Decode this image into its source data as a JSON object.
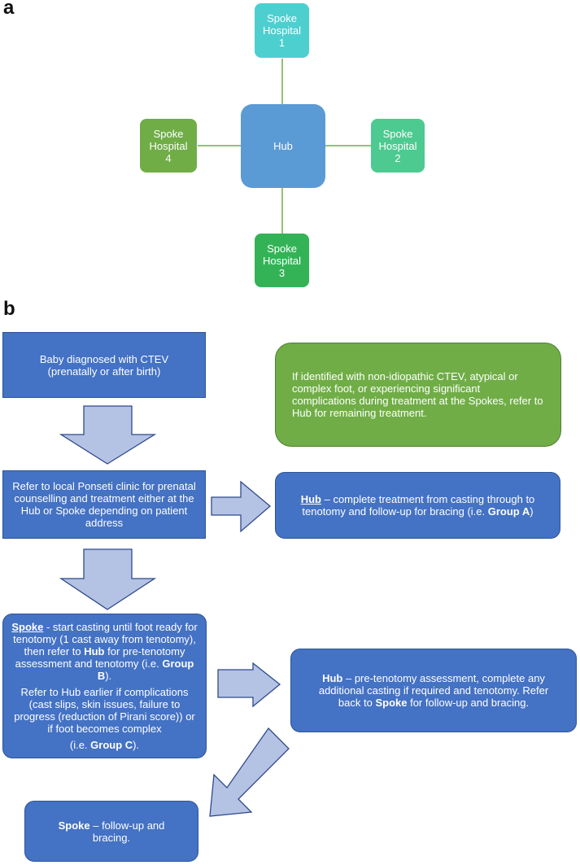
{
  "panel_a": {
    "label": "a",
    "hub": "Hub",
    "spoke1": "Spoke\nHospital\n1",
    "spoke2": "Spoke\nHospital\n2",
    "spoke3": "Spoke\nHospital\n3",
    "spoke4": "Spoke\nHospital\n4"
  },
  "panel_b": {
    "label": "b",
    "box_diagnosed": "Baby diagnosed with CTEV (prenatally or after birth)",
    "box_nonidiopathic": "If identified with non-idiopathic CTEV, atypical or complex foot, or experiencing significant complications during treatment at the Spokes, refer to Hub for remaining treatment.",
    "box_refer": "Refer to local Ponseti clinic for prenatal counselling and treatment either at the Hub or Spoke depending on patient address",
    "box_hub_a": {
      "hub": "Hub",
      "text1": " – complete treatment from casting through to tenotomy and follow-up for bracing (i.e. ",
      "group": "Group A",
      "text2": ")"
    },
    "box_spoke_casting": {
      "spoke": "Spoke",
      "text1": " - start casting until foot ready for tenotomy (1 cast away from tenotomy), then refer to ",
      "hub": "Hub",
      "text2": " for pre-tenotomy assessment and tenotomy (i.e. ",
      "group_b": "Group B",
      "text3": ").",
      "text4": "Refer to Hub earlier if complications (cast slips, skin issues, failure to progress (reduction of Pirani score)) or if foot becomes complex",
      "text5": "(i.e. ",
      "group_c": "Group C",
      "text6": ")."
    },
    "box_hub_pretenotomy": {
      "hub": "Hub",
      "text1": " – pre-tenotomy assessment, complete any additional casting if required and tenotomy. Refer back to ",
      "spoke": "Spoke",
      "text2": " for follow-up and bracing."
    },
    "box_spoke_followup": {
      "spoke": "Spoke",
      "text1": " – follow-up and bracing."
    }
  },
  "colors": {
    "hub": "#5b9bd5",
    "spoke1": "#4dcfd0",
    "spoke2": "#4dca90",
    "spoke3": "#33b356",
    "spoke4": "#70ad47",
    "blue_box": "#4472c4",
    "green_box": "#70ad47",
    "arrow_fill": "#b4c2e4",
    "arrow_stroke": "#2f4b8c",
    "connector": "#70ad47"
  }
}
